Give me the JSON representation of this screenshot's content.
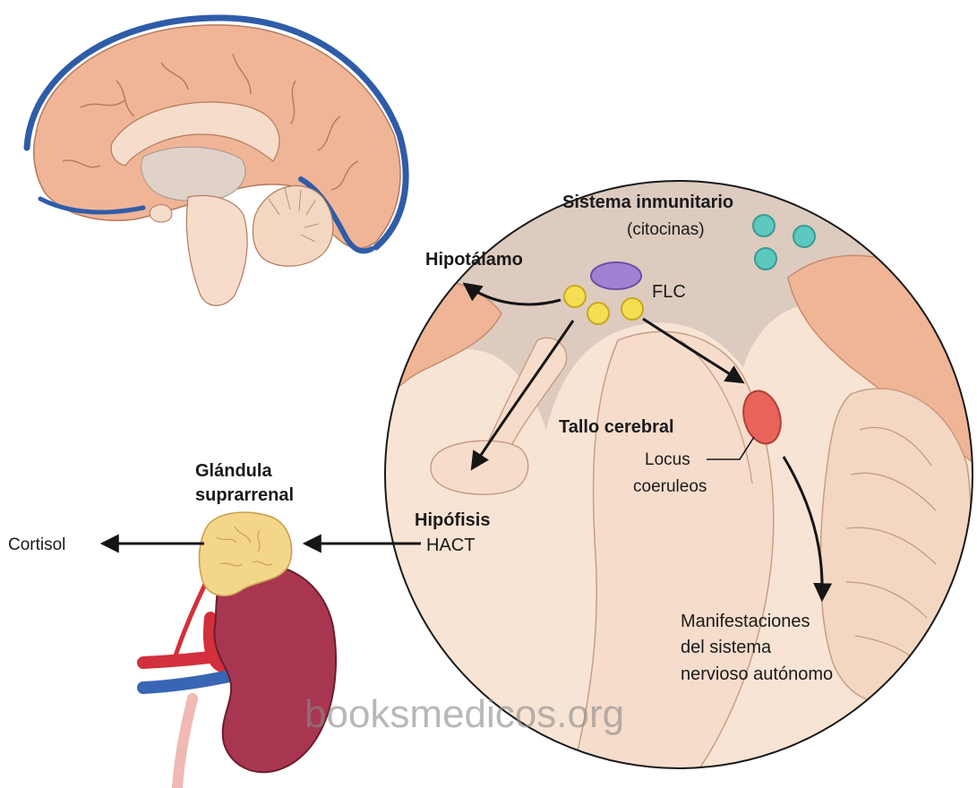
{
  "labels": {
    "immune_system": "Sistema inmunitario",
    "cytokines": "(citocinas)",
    "hypothalamus": "Hipotálamo",
    "flc": "FLC",
    "brainstem": "Tallo cerebral",
    "locus_line1": "Locus",
    "locus_line2": "coeruleos",
    "adrenal_line1": "Glándula",
    "adrenal_line2": "suprarrenal",
    "pituitary": "Hipófisis",
    "acth": "HACT",
    "cortisol": "Cortisol",
    "ans_line1": "Manifestaciones",
    "ans_line2": "del sistema",
    "ans_line3": "nervioso autónomo"
  },
  "watermark": "booksmedicos.org",
  "colors": {
    "brain_tissue": "#efb596",
    "brain_light": "#f6dccb",
    "gray_zone": "#ddcbbf",
    "meninges": "#2f5ca8",
    "cytokine_dots": "#5cc8be",
    "flc_dots": "#f6de52",
    "flc_oval": "#9f82d2",
    "locus": "#e8645a",
    "adrenal": "#f4d68a",
    "kidney": "#a83650",
    "artery": "#d2303c",
    "vein": "#3866b4"
  }
}
